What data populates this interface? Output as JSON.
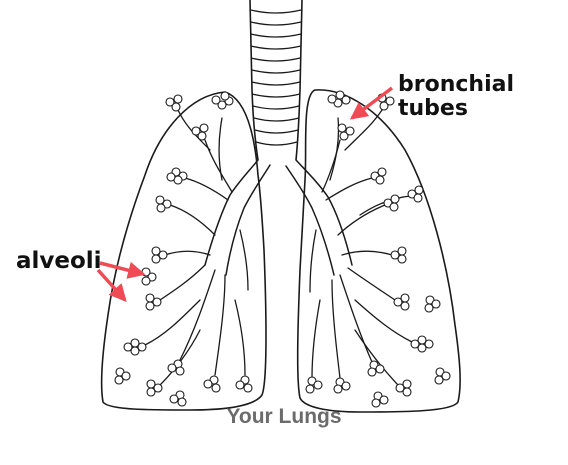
{
  "labels": {
    "bronchial_line1": "bronchial",
    "bronchial_line2": "tubes",
    "alveoli": "alveoli"
  },
  "caption": "Your Lungs",
  "colors": {
    "arrow": "#ee4b55",
    "outline": "#1a1a1a",
    "caption": "#6b6b6b"
  }
}
